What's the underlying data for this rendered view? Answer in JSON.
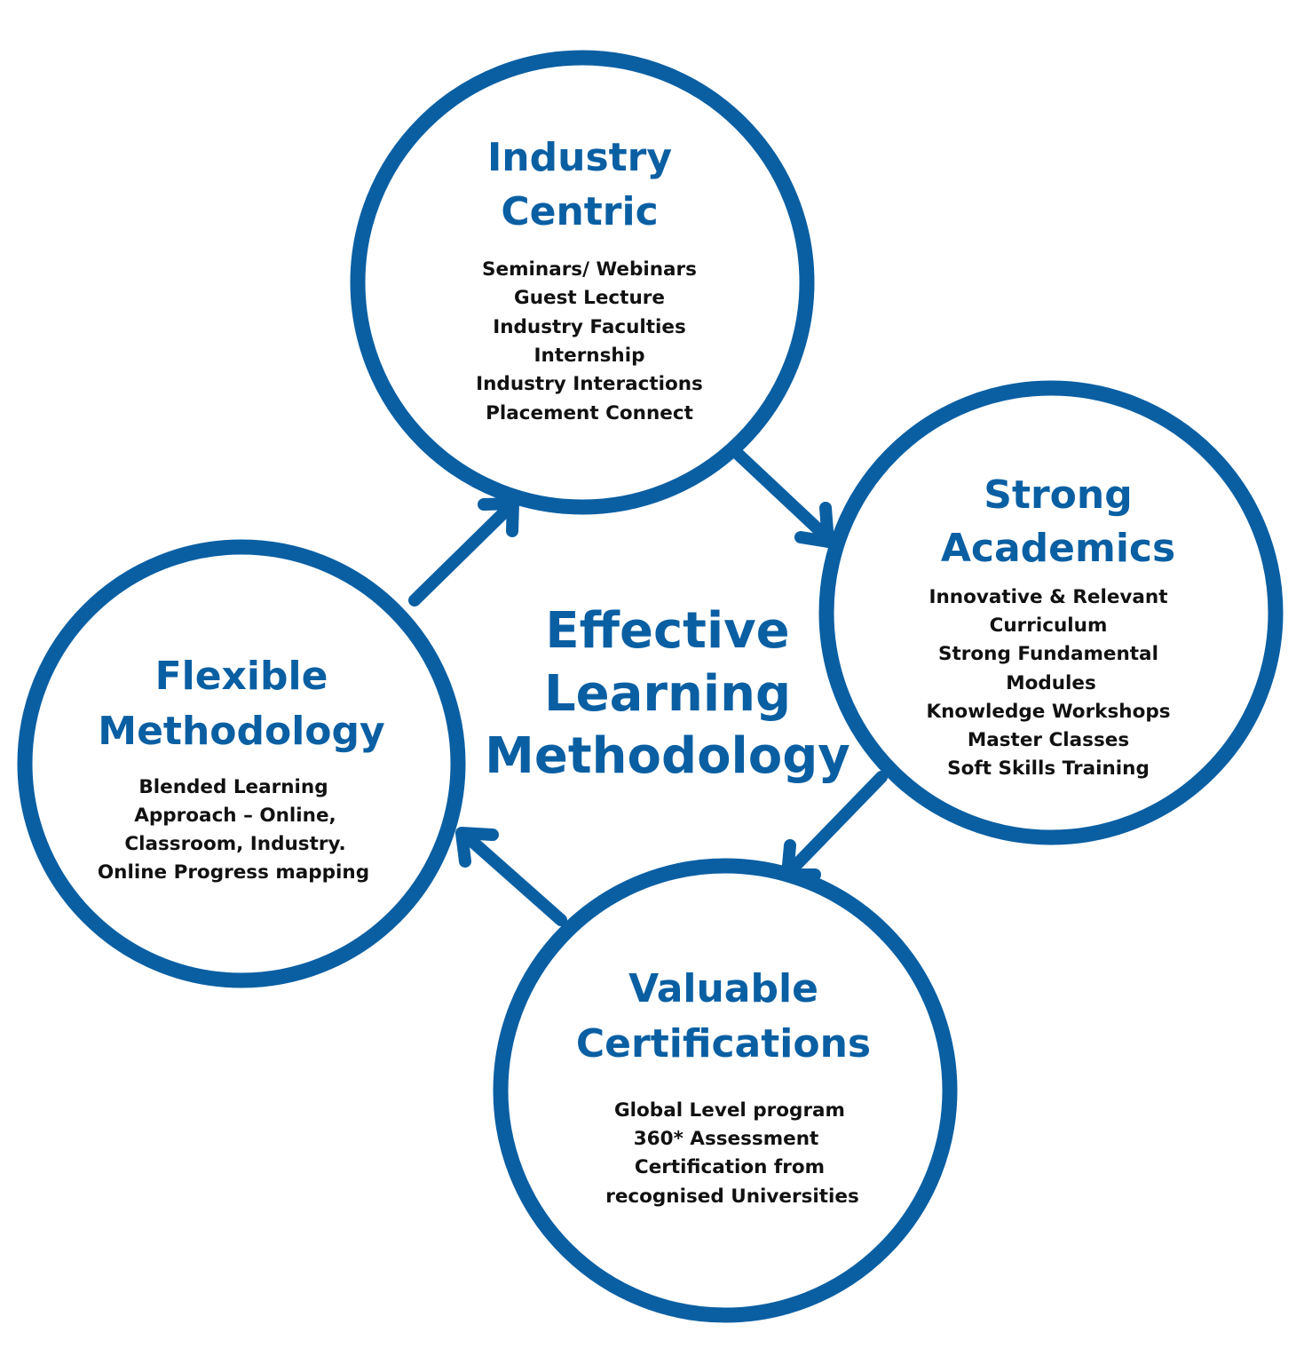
{
  "center_title": [
    "Effective",
    "Learning",
    "Methodology"
  ],
  "colors": {
    "primary": "#0a5fa3",
    "body_text": "#111111",
    "background": "#ffffff"
  },
  "circles": [
    {
      "id": "industry-centric",
      "title": [
        "Industry",
        "Centric"
      ],
      "items": [
        "Seminars/ Webinars",
        "Guest Lecture",
        "Industry Faculties",
        "Internship",
        "Industry Interactions",
        "Placement Connect"
      ]
    },
    {
      "id": "strong-academics",
      "title": [
        "Strong",
        "Academics"
      ],
      "items": [
        "Innovative & Relevant",
        "Curriculum",
        "Strong Fundamental",
        "Modules",
        "Knowledge Workshops",
        "Master Classes",
        "Soft Skills Training"
      ]
    },
    {
      "id": "valuable-certifications",
      "title": [
        "Valuable",
        "Certifications"
      ],
      "items": [
        "Global Level program",
        "360* Assessment",
        "Certification from",
        "recognised Universities"
      ]
    },
    {
      "id": "flexible-methodology",
      "title": [
        "Flexible",
        "Methodology"
      ],
      "items": [
        "Blended Learning",
        "Approach – Online,",
        "Classroom, Industry.",
        "Online Progress mapping"
      ]
    }
  ],
  "flow": [
    {
      "from": "industry-centric",
      "to": "strong-academics"
    },
    {
      "from": "strong-academics",
      "to": "valuable-certifications"
    },
    {
      "from": "valuable-certifications",
      "to": "flexible-methodology"
    },
    {
      "from": "flexible-methodology",
      "to": "industry-centric"
    }
  ]
}
